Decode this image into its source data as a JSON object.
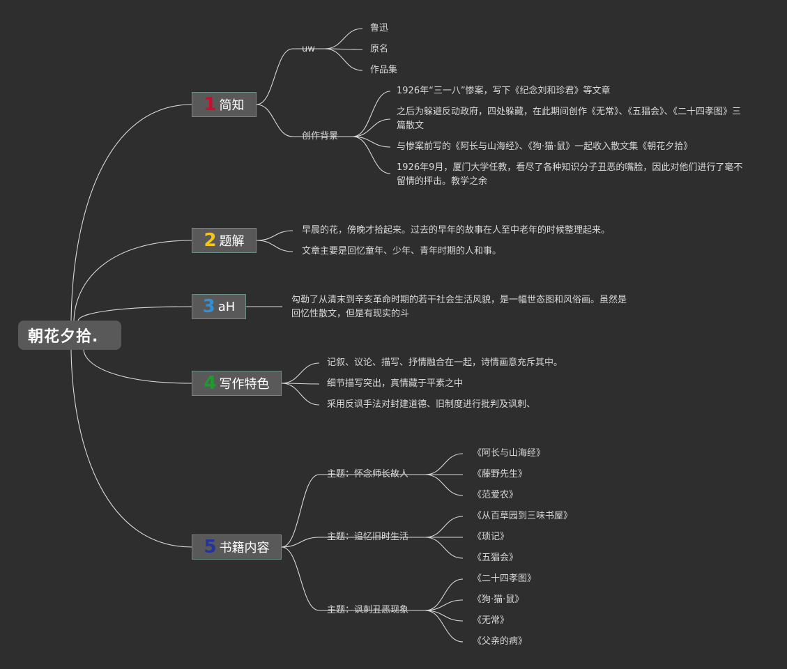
{
  "root": {
    "label": "朝花夕拾."
  },
  "branches": [
    {
      "number": "1",
      "number_color": "#c8102e",
      "label": "简知",
      "children": [
        {
          "label": "uw",
          "children": [
            "鲁迅",
            "原名",
            "作品集"
          ]
        },
        {
          "label": "创作背景",
          "children": [
            "1926年“三一八”惨案，写下《纪念刘和珍君》等文章",
            "之后为躲避反动政府，四处躲藏，在此期间创作《无常》、《五猖会》、《二十四孝图》三篇散文",
            "与惨案前写的《阿长与山海经》、《狗·猫·鼠》一起收入散文集《朝花夕拾》",
            "1926年9月，厦门大学任教，看尽了各种知识分子丑恶的嘴脸，因此对他们进行了毫不留情的抨击。教学之余"
          ]
        }
      ]
    },
    {
      "number": "2",
      "number_color": "#f5c518",
      "label": "题解",
      "children": [
        "早晨的花，傍晚才拾起来。过去的早年的故事在人至中老年的时候整理起来。",
        "文章主要是回忆童年、少年、青年时期的人和事。"
      ]
    },
    {
      "number": "3",
      "number_color": "#2f8fd8",
      "label": "aH",
      "children": [
        "勾勒了从清末到辛亥革命时期的若干社会生活风貌，是一幅世态图和风俗画。虽然是回忆性散文，但是有现实的斗"
      ]
    },
    {
      "number": "4",
      "number_color": "#1f9a2e",
      "label": "写作特色",
      "children": [
        "记叙、议论、描写、抒情融合在一起，诗情画意充斥其中。",
        "细节描写突出，真情藏于平素之中",
        "采用反讽手法对封建道德、旧制度进行批判及讽刺、"
      ]
    },
    {
      "number": "5",
      "number_color": "#23349e",
      "label": "书籍内容",
      "children": [
        {
          "label": "主题：怀念师长故人",
          "children": [
            "《阿长与山海经》",
            "《藤野先生》",
            "《范爱农》"
          ]
        },
        {
          "label": "主题：追忆旧时生活",
          "children": [
            "《从百草园到三味书屋》",
            "《琐记》",
            "《五猖会》"
          ]
        },
        {
          "label": "主题：讽刺丑恶现象",
          "children": [
            "《二十四孝图》",
            "《狗·猫·鼠》",
            "《无常》",
            "《父亲的病》"
          ]
        }
      ]
    }
  ],
  "colors": {
    "background": "#2e2e2e",
    "node_fill": "#595959",
    "node_border": "#6b8f87",
    "line": "#d9d9d9"
  }
}
